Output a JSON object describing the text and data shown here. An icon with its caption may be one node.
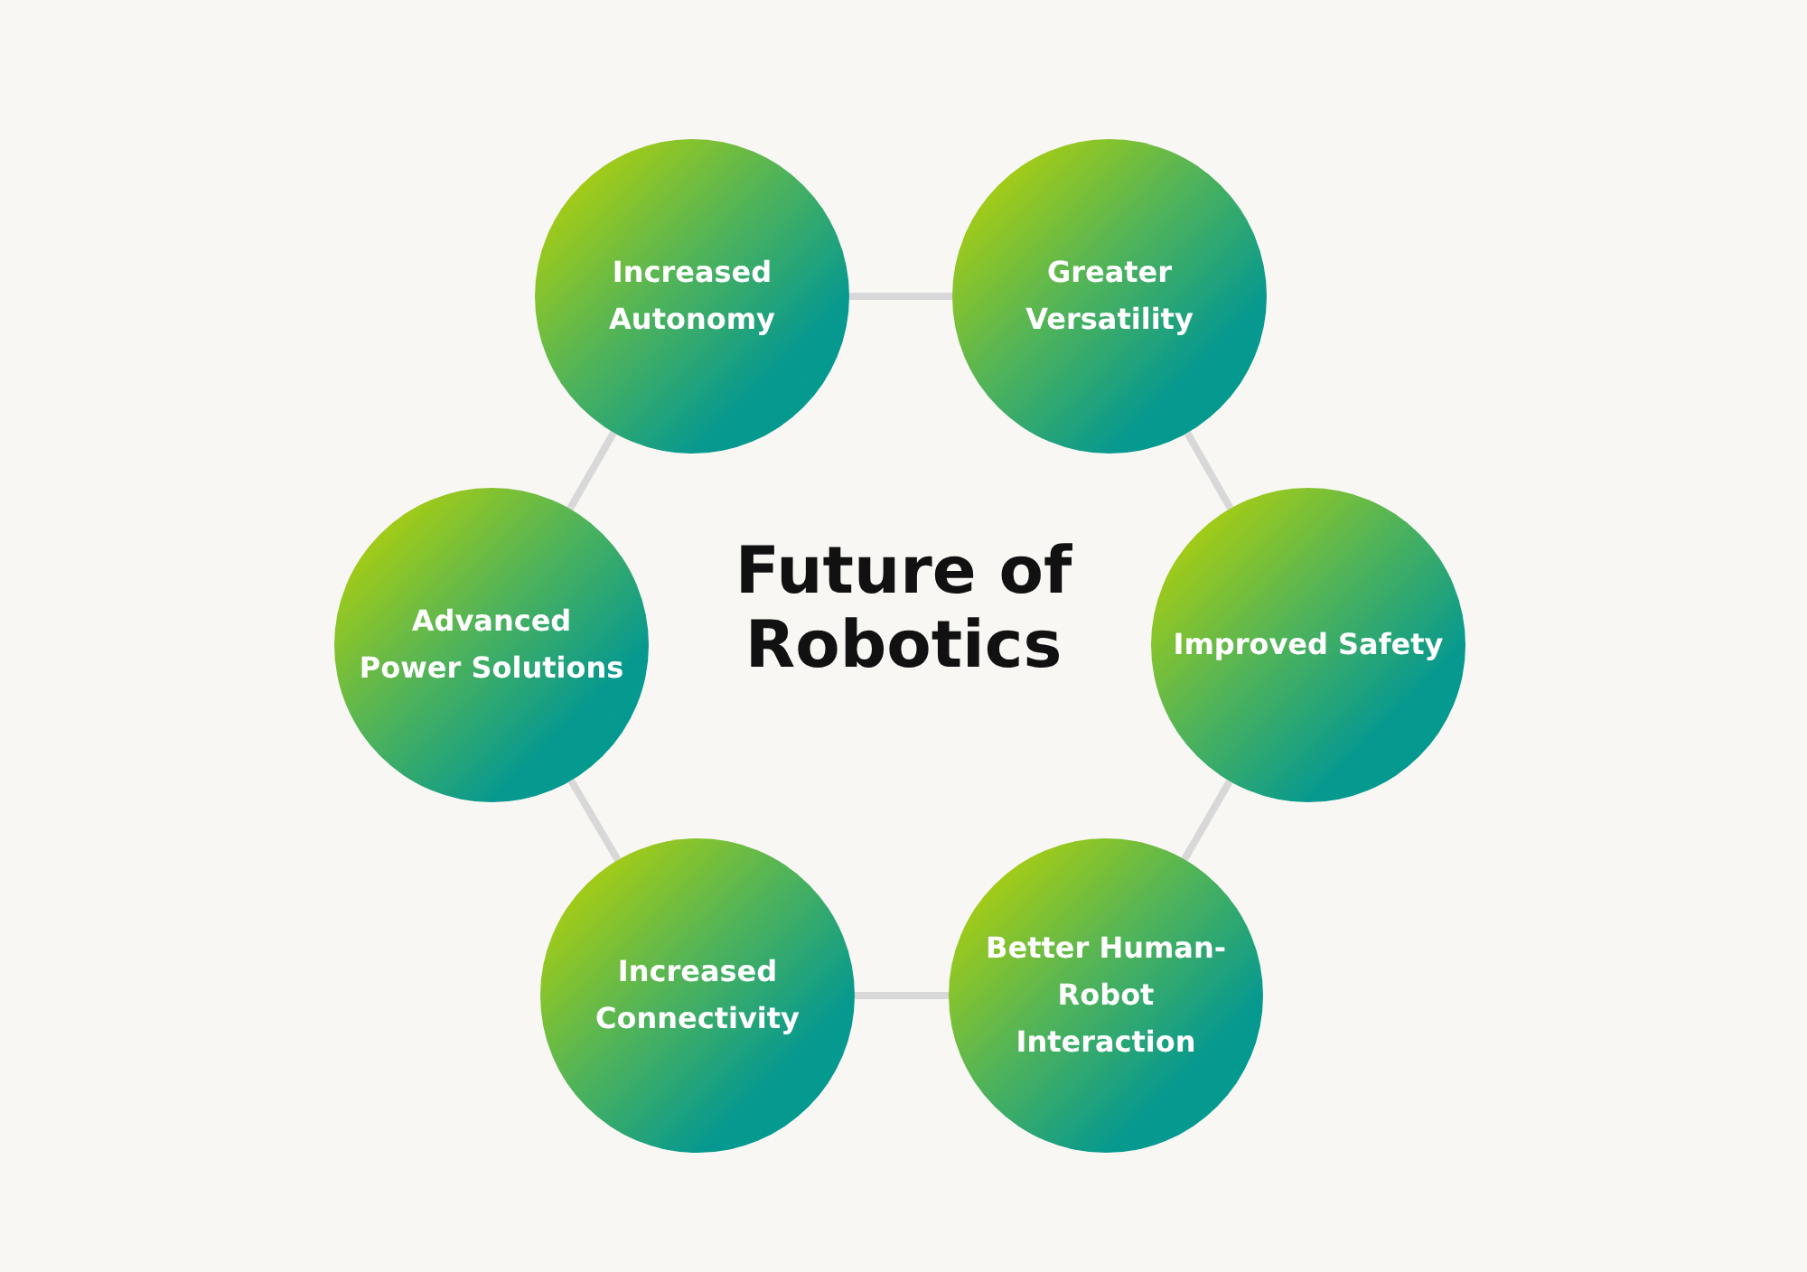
{
  "diagram": {
    "title": "Future of Robotics",
    "nodes": [
      {
        "text": [
          "Increased Autonomy"
        ]
      },
      {
        "text": [
          "Greater Versatility"
        ]
      },
      {
        "text": [
          "Improved Safety"
        ]
      },
      {
        "text": [
          "Better Human-Robot Interaction"
        ]
      },
      {
        "text": [
          "Increased Connectivity"
        ]
      },
      {
        "text": [
          "Advanced Power Solutions"
        ]
      }
    ],
    "edges": [
      {
        "from": 0,
        "to": 1,
        "arrow": "none"
      },
      {
        "from": 1,
        "to": 2,
        "arrow": "none"
      },
      {
        "from": 2,
        "to": 3,
        "arrow": "none"
      },
      {
        "from": 3,
        "to": 4,
        "arrow": "none"
      },
      {
        "from": 4,
        "to": 5,
        "arrow": "none"
      },
      {
        "from": 5,
        "to": 0,
        "arrow": "none"
      }
    ]
  }
}
